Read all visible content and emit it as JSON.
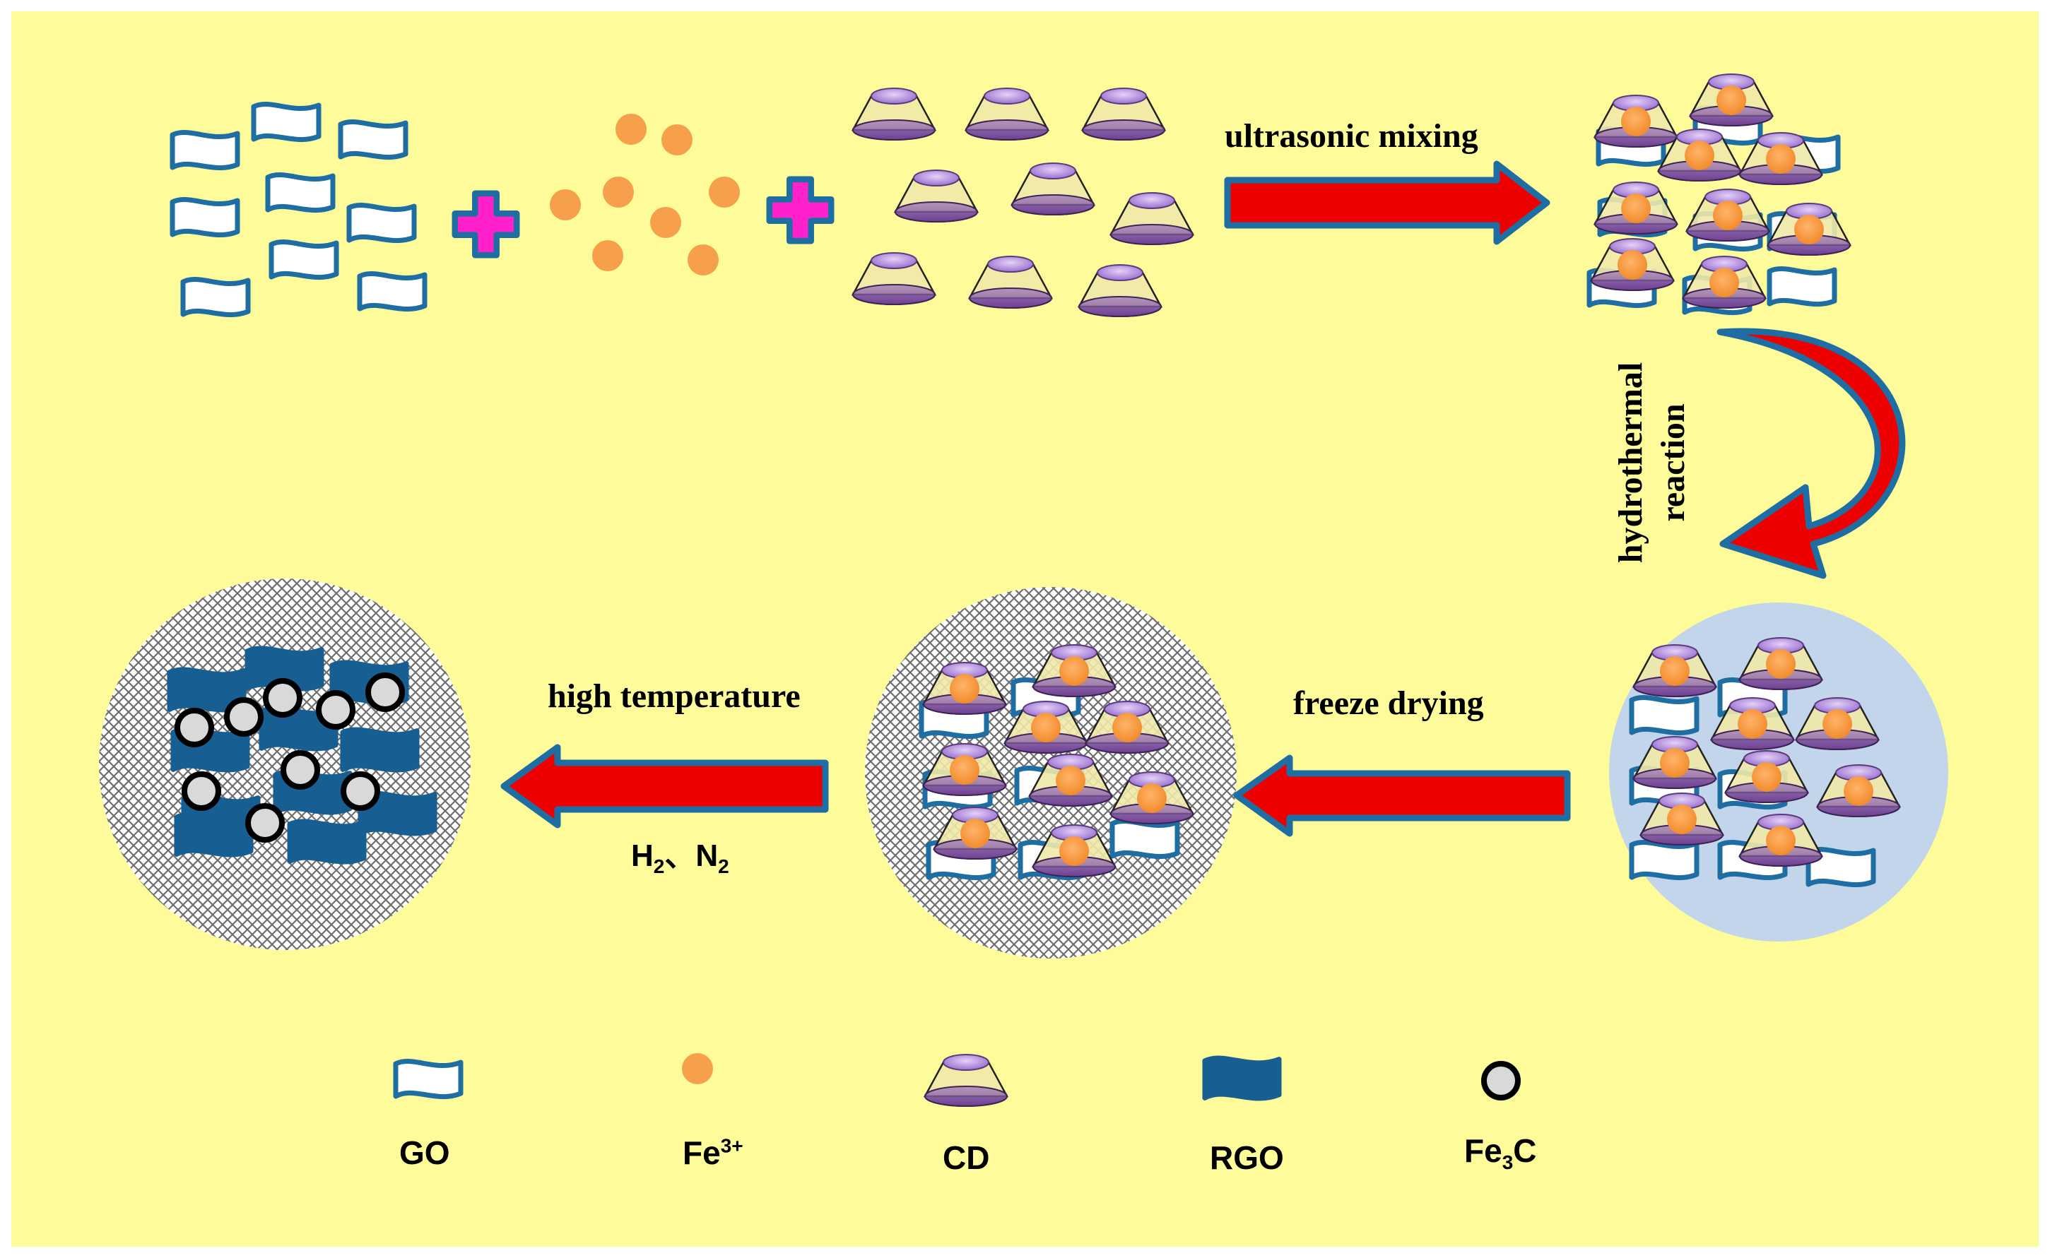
{
  "steps": {
    "ultrasonic": "ultrasonic mixing",
    "hydrothermal_line1": "hydrothermal",
    "hydrothermal_line2": "reaction",
    "freeze": "freeze drying",
    "high_temp": "high temperature",
    "gas_h": "H",
    "gas_h_sub": "2",
    "gas_sep": "、",
    "gas_n": "N",
    "gas_n_sub": "2"
  },
  "legend": {
    "go": "GO",
    "fe_base": "Fe",
    "fe_sup": "3+",
    "cd": "CD",
    "rgo": "RGO",
    "fe3c_a": "Fe",
    "fe3c_sub": "3",
    "fe3c_b": "C"
  },
  "icons": {
    "go": "go-sheet-icon",
    "fe": "fe-ion-dot-icon",
    "cd": "carbon-dot-cup-icon",
    "rgo": "rgo-sheet-icon",
    "fe3c": "fe3c-particle-icon",
    "plus": "plus-icon",
    "arrow": "arrow-icon"
  },
  "colors": {
    "background": "#fefb9b",
    "border": "#ffffff",
    "go_fill": "#ffffff",
    "go_stroke": "#1f6ea3",
    "fe": "#f7a04b",
    "cd_top": "#b58ee3",
    "cd_body": "#efe9a8",
    "cd_base": "#8a5aa8",
    "rgo": "#175f93",
    "fe3c_fill": "#d9d9d9",
    "fe3c_stroke": "#000000",
    "plus_fill": "#ff22cc",
    "plus_stroke": "#1f6ea3",
    "arrow_fill": "#ee0000",
    "arrow_stroke": "#1f6ea3",
    "hydro_circle": "#c2d5ea",
    "hatch": "#7a7a7a"
  }
}
